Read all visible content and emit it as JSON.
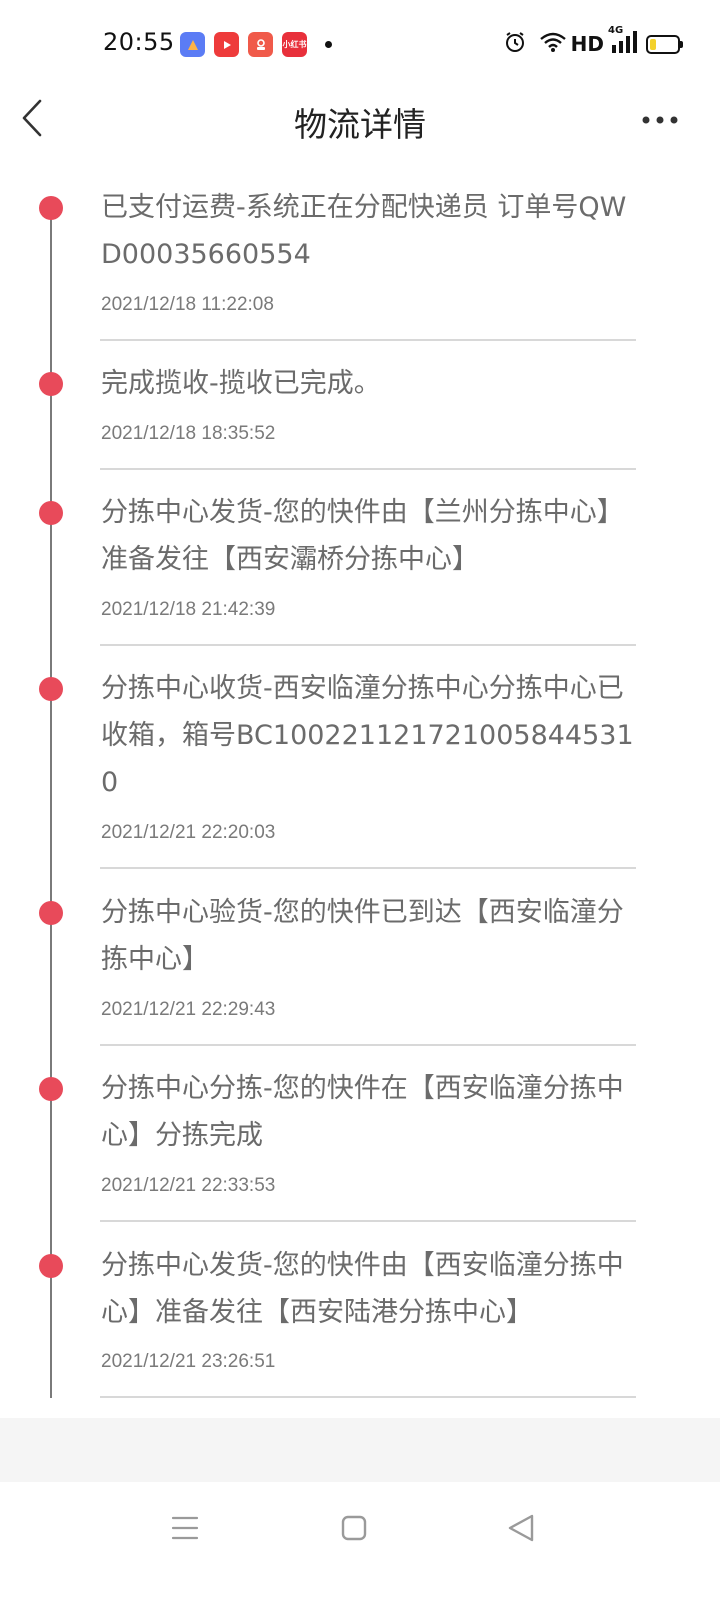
{
  "status_bar": {
    "time": "20:55",
    "hd_label": "HD",
    "network_label": "4G",
    "app_icons": [
      {
        "name": "app-icon-1",
        "color": "#5b7cf5"
      },
      {
        "name": "app-icon-2",
        "color": "#ee3b3b"
      },
      {
        "name": "app-icon-3",
        "color": "#f05a4a"
      },
      {
        "name": "app-icon-4",
        "color": "#e8303b",
        "label": "小红书"
      }
    ],
    "battery_color": "#f3d12c"
  },
  "header": {
    "title": "物流详情",
    "back_icon": "chevron-left-icon",
    "more_icon": "more-horizontal-icon"
  },
  "timeline": {
    "dot_color": "#e84a5a",
    "events": [
      {
        "text": "已支付运费-系统正在分配快递员 订单号QWD00035660554",
        "time": "2021/12/18 11:22:08"
      },
      {
        "text": "完成揽收-揽收已完成。",
        "time": "2021/12/18 18:35:52"
      },
      {
        "text": "分拣中心发货-您的快件由【兰州分拣中心】准备发往【西安灞桥分拣中心】",
        "time": "2021/12/18 21:42:39"
      },
      {
        "text": "分拣中心收货-西安临潼分拣中心分拣中心已收箱，箱号BC1002211217210058445310",
        "time": "2021/12/21 22:20:03"
      },
      {
        "text": "分拣中心验货-您的快件已到达【西安临潼分拣中心】",
        "time": "2021/12/21 22:29:43"
      },
      {
        "text": "分拣中心分拣-您的快件在【西安临潼分拣中心】分拣完成",
        "time": "2021/12/21 22:33:53"
      },
      {
        "text": "分拣中心发货-您的快件由【西安临潼分拣中心】准备发往【西安陆港分拣中心】",
        "time": "2021/12/21 23:26:51"
      }
    ]
  },
  "nav_bar": {
    "buttons": [
      "menu-icon",
      "home-square-icon",
      "back-triangle-icon"
    ]
  }
}
